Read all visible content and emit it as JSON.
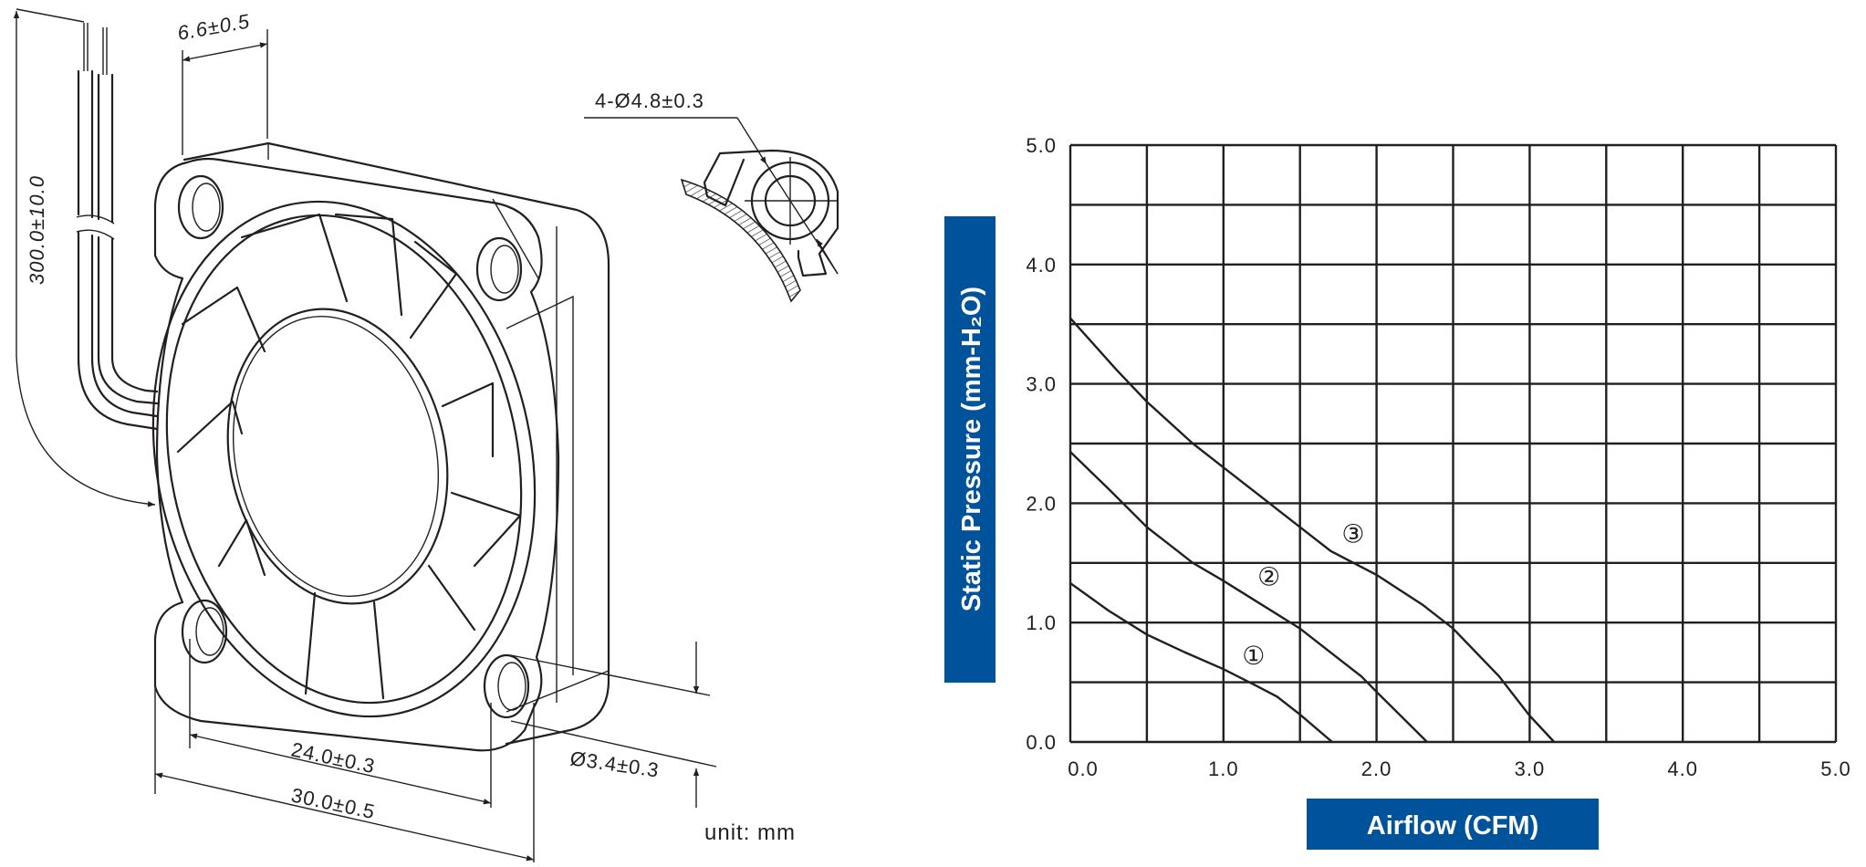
{
  "drawing": {
    "dim_thickness": "6.6±0.5",
    "dim_wire_length": "300.0±10.0",
    "dim_mount_hole_detail": "4-Ø4.8±0.3",
    "dim_hole_spacing": "24.0±0.3",
    "dim_frame_size": "30.0±0.5",
    "dim_hole_diameter": "Ø3.4±0.3",
    "unit_note": "unit: mm"
  },
  "colors": {
    "label_box": "#00529b",
    "line": "#231f20"
  },
  "chart_data": {
    "type": "line",
    "xlabel": "Airflow (CFM)",
    "ylabel": "Static Pressure (mm-H₂O)",
    "xlim": [
      0,
      5
    ],
    "ylim": [
      0,
      5
    ],
    "grid": true,
    "x_ticks": [
      "0.0",
      "1.0",
      "2.0",
      "3.0",
      "4.0",
      "5.0"
    ],
    "y_ticks": [
      "0.0",
      "1.0",
      "2.0",
      "3.0",
      "4.0",
      "5.0"
    ],
    "series": [
      {
        "name": "①",
        "label_at": [
          1.2,
          0.72
        ],
        "points": [
          [
            0,
            1.33
          ],
          [
            0.25,
            1.1
          ],
          [
            0.5,
            0.9
          ],
          [
            0.75,
            0.75
          ],
          [
            1.0,
            0.61
          ],
          [
            1.2,
            0.48
          ],
          [
            1.35,
            0.38
          ],
          [
            1.5,
            0.23
          ],
          [
            1.71,
            0
          ]
        ]
      },
      {
        "name": "②",
        "label_at": [
          1.3,
          1.38
        ],
        "points": [
          [
            0,
            2.43
          ],
          [
            0.25,
            2.12
          ],
          [
            0.5,
            1.8
          ],
          [
            0.8,
            1.5
          ],
          [
            1.0,
            1.35
          ],
          [
            1.25,
            1.15
          ],
          [
            1.5,
            0.95
          ],
          [
            1.7,
            0.75
          ],
          [
            1.9,
            0.55
          ],
          [
            2.0,
            0.42
          ],
          [
            2.33,
            0
          ]
        ]
      },
      {
        "name": "③",
        "label_at": [
          1.85,
          1.74
        ],
        "points": [
          [
            0,
            3.55
          ],
          [
            0.3,
            3.12
          ],
          [
            0.5,
            2.85
          ],
          [
            0.8,
            2.5
          ],
          [
            1.0,
            2.3
          ],
          [
            1.25,
            2.05
          ],
          [
            1.5,
            1.8
          ],
          [
            1.7,
            1.6
          ],
          [
            2.0,
            1.4
          ],
          [
            2.3,
            1.15
          ],
          [
            2.5,
            0.95
          ],
          [
            2.8,
            0.55
          ],
          [
            3.0,
            0.22
          ],
          [
            3.16,
            0
          ]
        ]
      }
    ]
  }
}
